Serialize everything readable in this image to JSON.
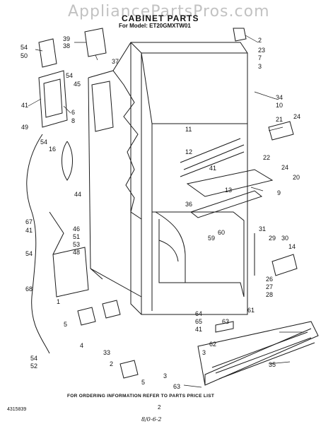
{
  "watermark": "AppliancePartsPros.com",
  "title": "CABINET PARTS",
  "model_line": "For Model: ET20GMXTW01",
  "footer_note": "FOR ORDERING INFORMATION REFER TO PARTS PRICE LIST",
  "doc_number": "4315839",
  "page_number": "2",
  "handwritten": "8/0-6-2",
  "callouts": [
    "54",
    "50",
    "39",
    "38",
    "37",
    "54",
    "45",
    "41",
    "6",
    "8",
    "49",
    "54",
    "16",
    "44",
    "67",
    "41",
    "46",
    "51",
    "53",
    "48",
    "54",
    "68",
    "1",
    "5",
    "4",
    "54",
    "52",
    "33",
    "2",
    "5",
    "3",
    "2",
    "23",
    "7",
    "3",
    "34",
    "10",
    "21",
    "24",
    "11",
    "12",
    "41",
    "22",
    "13",
    "9",
    "24",
    "20",
    "36",
    "60",
    "59",
    "31",
    "29",
    "30",
    "14",
    "26",
    "27",
    "28",
    "61",
    "64",
    "65",
    "41",
    "63",
    "62",
    "3",
    "35",
    "63"
  ],
  "colors": {
    "ink": "#1a1a1a",
    "paper": "#ffffff",
    "watermark": "#8c8c8c"
  }
}
